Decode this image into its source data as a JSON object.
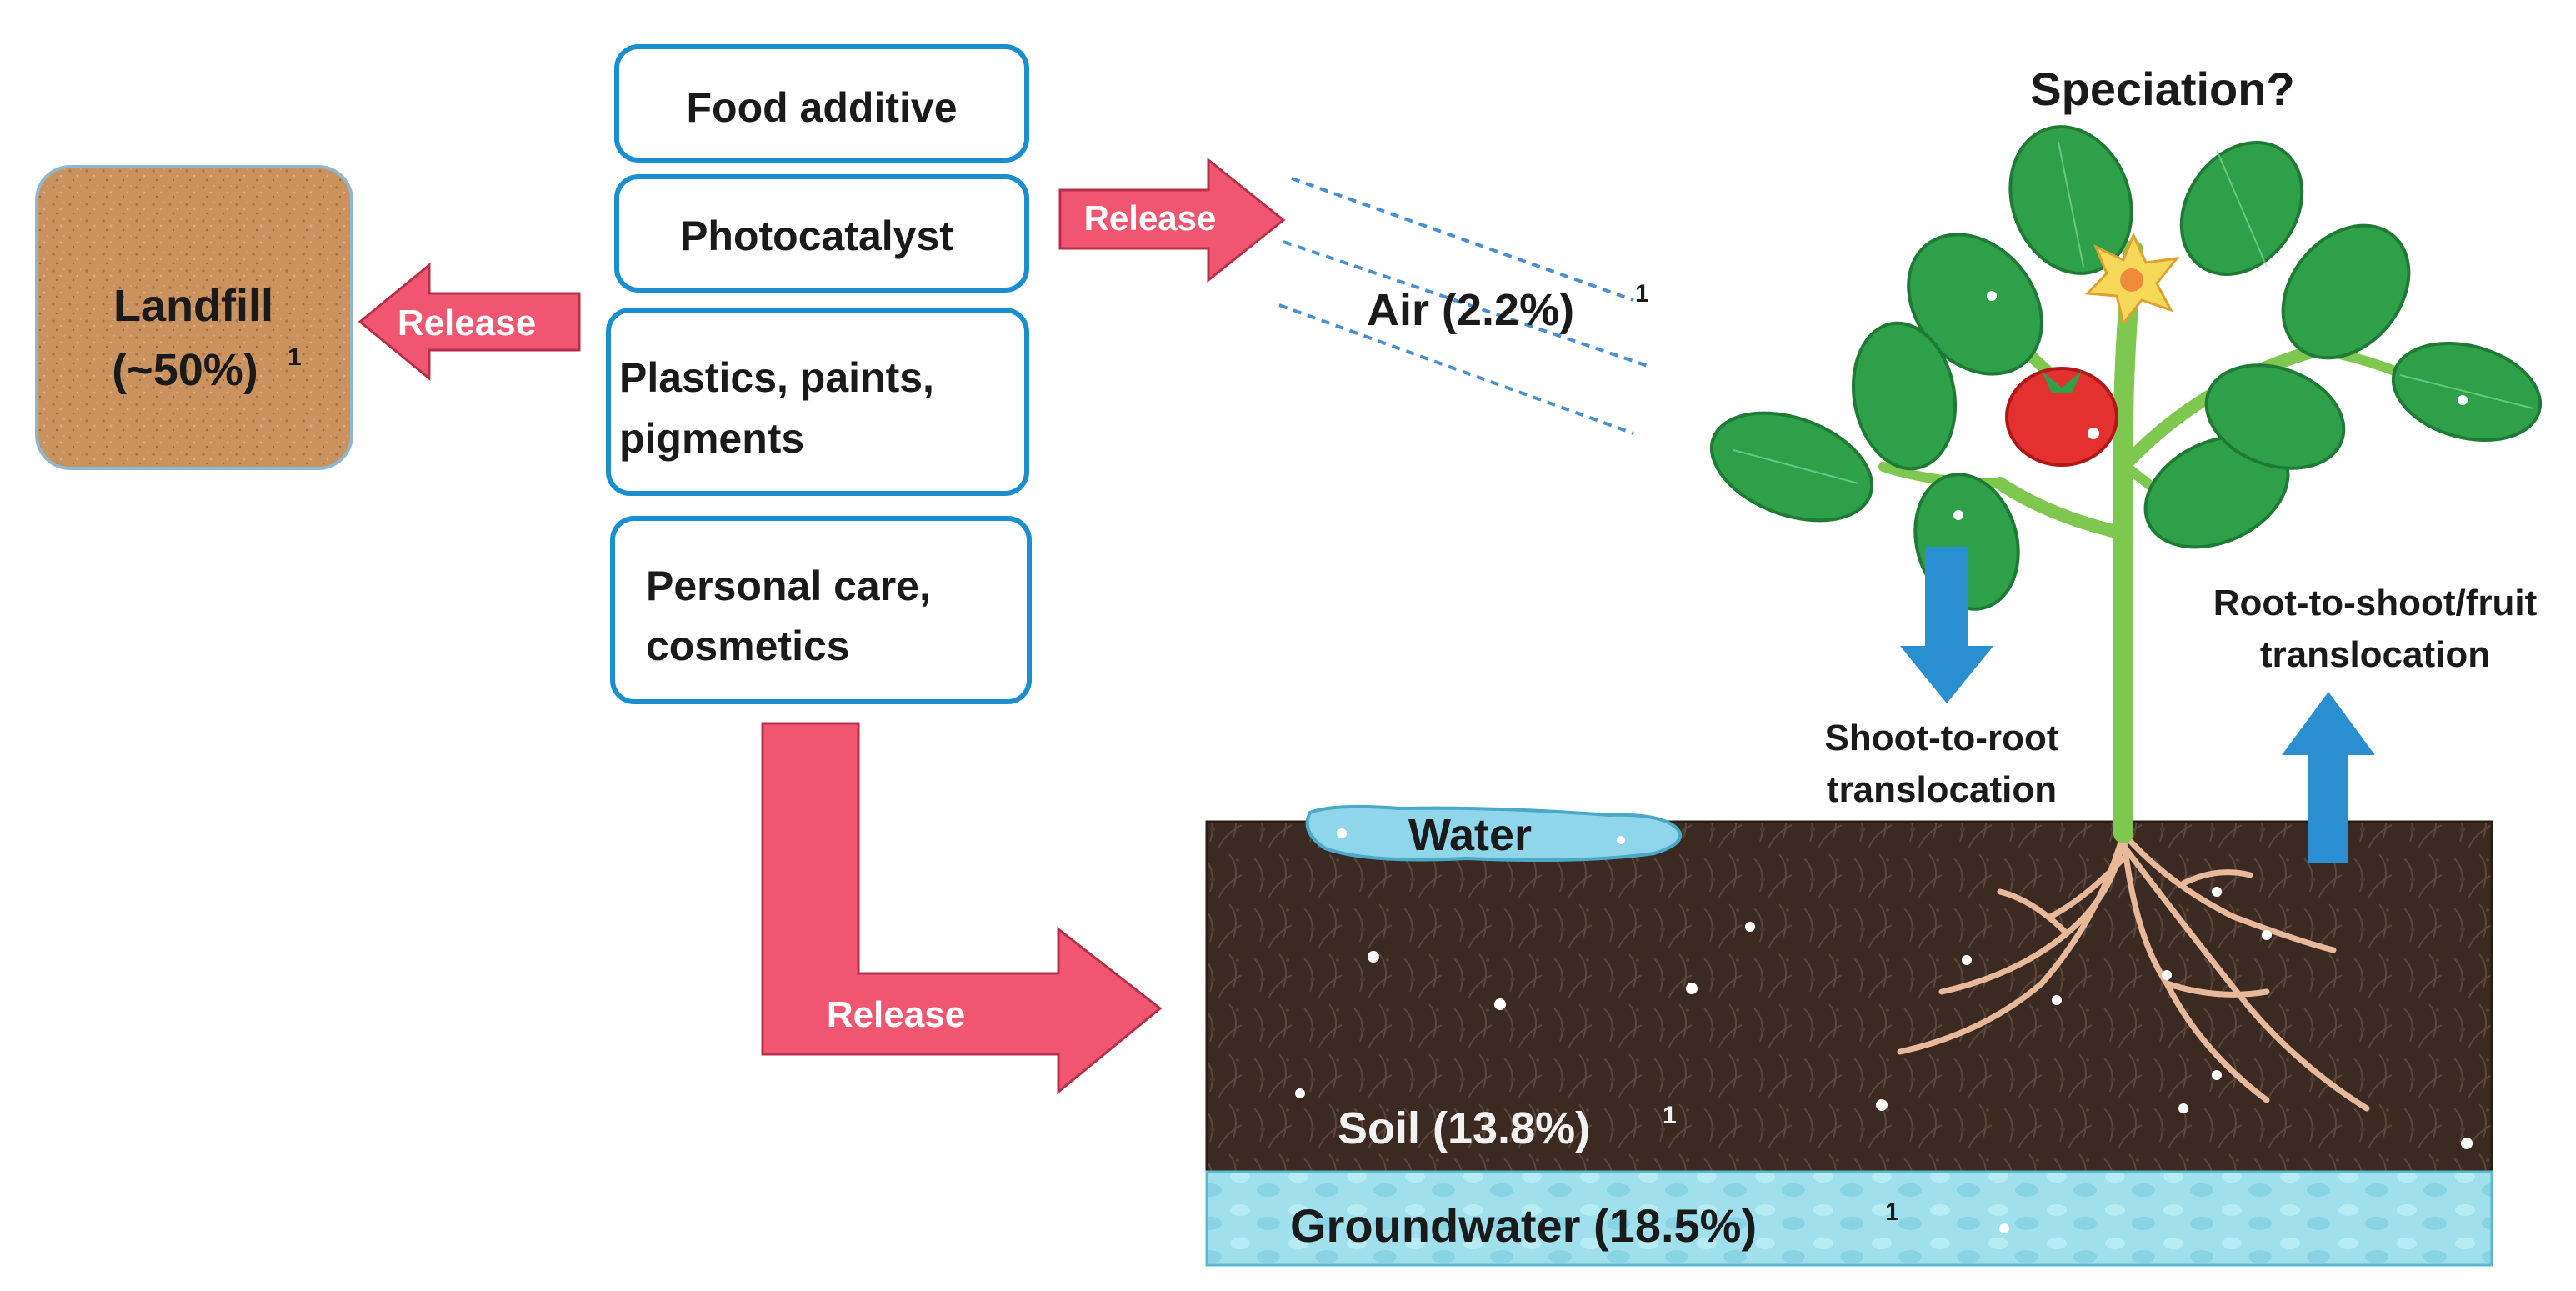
{
  "sources": [
    {
      "lines": [
        "Food additive"
      ]
    },
    {
      "lines": [
        "Photocatalyst"
      ]
    },
    {
      "lines": [
        "Plastics, paints,",
        "pigments"
      ]
    },
    {
      "lines": [
        "Personal care,",
        "cosmetics"
      ]
    }
  ],
  "landfill": {
    "line1": "Landfill",
    "line2": "(~50%)",
    "sup": "1"
  },
  "release_labels": {
    "left": "Release",
    "air": "Release",
    "soil": "Release"
  },
  "air": {
    "label": "Air (2.2%)",
    "sup": "1"
  },
  "speciation": "Speciation?",
  "water": "Water",
  "soil": {
    "label": "Soil (13.8%)",
    "sup": "1"
  },
  "groundwater": {
    "label": "Groundwater (18.5%)",
    "sup": "1"
  },
  "shoot_to_root": [
    "Shoot-to-root",
    "translocation"
  ],
  "root_to_shoot": [
    "Root-to-shoot/fruit",
    "translocation"
  ],
  "colors": {
    "box_border": "#1a8fd0",
    "release_arrow": "#f0566f",
    "landfill_fill": "#c9925e",
    "soil": "#3a2a22",
    "groundwater": "#9fe0ec",
    "blue_arrow": "#2a8fd0",
    "leaf": "#2fa04a",
    "stem": "#7ec850",
    "root": "#e8b89a",
    "tomato": "#e53030"
  }
}
